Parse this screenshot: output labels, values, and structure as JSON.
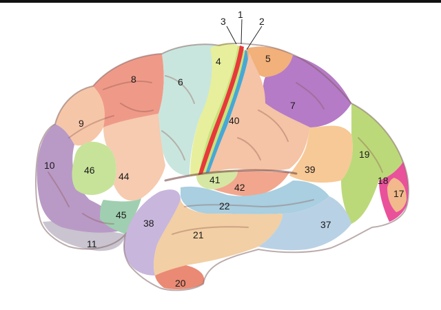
{
  "diagram": {
    "areas": [
      {
        "id": "a1",
        "label": "1",
        "color": "#e8383a"
      },
      {
        "id": "a2",
        "label": "2",
        "color": "#47a8d6"
      },
      {
        "id": "a3",
        "label": "3",
        "color": "#c8e27a"
      },
      {
        "id": "a4",
        "label": "4",
        "color": "#e7ef9c"
      },
      {
        "id": "a5",
        "label": "5",
        "color": "#f2b07a"
      },
      {
        "id": "a6",
        "label": "6",
        "color": "#c9e6de"
      },
      {
        "id": "a8",
        "label": "8",
        "color": "#ef9a88"
      },
      {
        "id": "a9",
        "label": "9",
        "color": "#f6c6a8"
      },
      {
        "id": "a10",
        "label": "10",
        "color": "#b99ac6"
      },
      {
        "id": "a11",
        "label": "11",
        "color": "#c9c4cf"
      },
      {
        "id": "a17",
        "label": "17",
        "color": "#f1b98c"
      },
      {
        "id": "a18",
        "label": "18",
        "color": "#e9519b"
      },
      {
        "id": "a19",
        "label": "19",
        "color": "#bcd97a"
      },
      {
        "id": "a20",
        "label": "20",
        "color": "#ea8a74"
      },
      {
        "id": "a21",
        "label": "21",
        "color": "#f2cfa4"
      },
      {
        "id": "a22",
        "label": "22",
        "color": "#a9cfe0"
      },
      {
        "id": "a37",
        "label": "37",
        "color": "#b9d1e4"
      },
      {
        "id": "a38",
        "label": "38",
        "color": "#c8b6dc"
      },
      {
        "id": "a39",
        "label": "39",
        "color": "#f7c996"
      },
      {
        "id": "a40",
        "label": "40",
        "color": "#f5c3a5"
      },
      {
        "id": "a41",
        "label": "41",
        "color": "#d6e7a3"
      },
      {
        "id": "a42",
        "label": "42",
        "color": "#f2a68e"
      },
      {
        "id": "a44",
        "label": "44",
        "color": "#f6cbb0"
      },
      {
        "id": "a45",
        "label": "45",
        "color": "#9fcfb0"
      },
      {
        "id": "a46",
        "label": "46",
        "color": "#c7e39a"
      },
      {
        "id": "a7",
        "label": "7",
        "color": "#b57bc6"
      }
    ]
  }
}
